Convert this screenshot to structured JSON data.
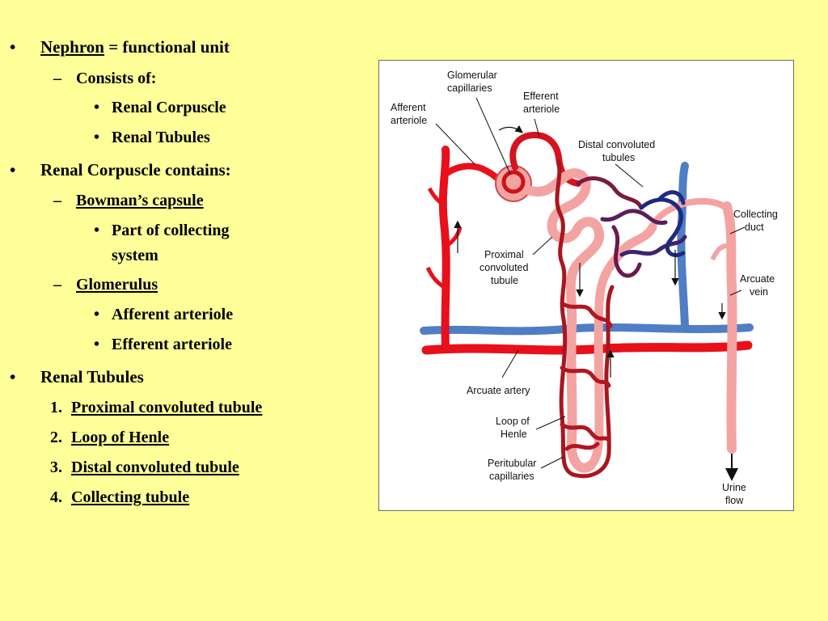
{
  "outline": {
    "l1": {
      "bullet": "•",
      "term": "Nephron",
      "rest": " = functional unit"
    },
    "l2": {
      "dash": "–",
      "text": "Consists of:"
    },
    "l3": {
      "bullet": "•",
      "text": "Renal Corpuscle"
    },
    "l4": {
      "bullet": "•",
      "text": "Renal Tubules"
    },
    "l5": {
      "bullet": "•",
      "text": "Renal Corpuscle contains:"
    },
    "l6": {
      "dash": "–",
      "text": "Bowman’s capsule"
    },
    "l7": {
      "bullet": "•",
      "text": "Part of collecting",
      "text2": "system"
    },
    "l8": {
      "dash": "–",
      "text": "Glomerulus"
    },
    "l9": {
      "bullet": "•",
      "text": "Afferent arteriole"
    },
    "l10": {
      "bullet": "•",
      "text": "Efferent arteriole"
    },
    "l11": {
      "bullet": "•",
      "text": "Renal Tubules"
    },
    "l12": {
      "num": "1.",
      "text": "Proximal convoluted tubule"
    },
    "l13": {
      "num": "2.",
      "text": "Loop of Henle"
    },
    "l14": {
      "num": "3.",
      "text": "Distal convoluted tubule"
    },
    "l15": {
      "num": "4.",
      "text": "Collecting tubule"
    }
  },
  "figure": {
    "labels": {
      "glomerular_1": "Glomerular",
      "glomerular_2": "capillaries",
      "efferent_1": "Efferent",
      "efferent_2": "arteriole",
      "afferent_1": "Afferent",
      "afferent_2": "arteriole",
      "distal_1": "Distal convoluted",
      "distal_2": "tubules",
      "collecting_1": "Collecting",
      "collecting_2": "duct",
      "proximal_1": "Proximal",
      "proximal_2": "convoluted",
      "proximal_3": "tubule",
      "arcuate_vein_1": "Arcuate",
      "arcuate_vein_2": "vein",
      "arcuate_artery": "Arcuate artery",
      "loop_1": "Loop of",
      "loop_2": "Henle",
      "peri_1": "Peritubular",
      "peri_2": "capillaries",
      "urine_1": "Urine",
      "urine_2": "flow"
    },
    "colors": {
      "artery": "#E8101A",
      "vein": "#4F7EC4",
      "tubule": "#F4A3A3",
      "capillary_dark": "#A8161F",
      "capillary_blue": "#1E2A80"
    }
  }
}
